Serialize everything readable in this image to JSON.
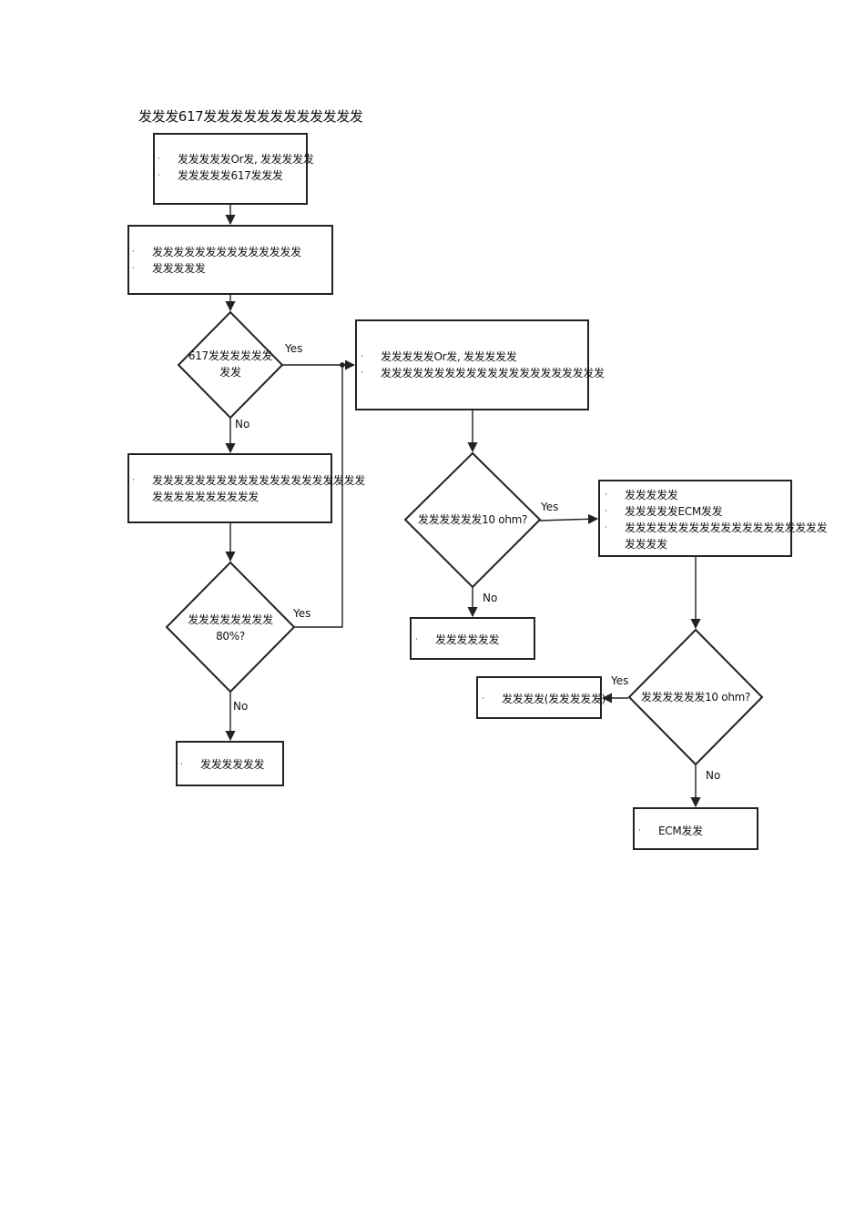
{
  "title": "发发发617发发发发发发发发发发发发",
  "box1": {
    "items": [
      "发发发发发Or发, 发发发发发",
      "发发发发发617发发发"
    ]
  },
  "box2": {
    "items": [
      "发发发发发发发发发发发发发发",
      "发发发发发"
    ]
  },
  "diamond1": {
    "line1": "617发发发发发发",
    "line2": "发发"
  },
  "box3": {
    "items": [
      "发发发发发发发发发发发发发发发发发发发发",
      "发发发发发发发发发发"
    ]
  },
  "diamond2": {
    "line1": "发发发发发发发发",
    "line2": "80%?"
  },
  "box4": {
    "items": [
      "发发发发发发"
    ]
  },
  "box5": {
    "items": [
      "发发发发发Or发, 发发发发发",
      "发发发发发发发发发发发发发发发发发发发发发"
    ]
  },
  "diamond3": {
    "line1": "发发发发发发10 ohm?"
  },
  "box6": {
    "items": [
      "发发发发发发"
    ]
  },
  "box7": {
    "items": [
      "发发发发发",
      "发发发发发ECM发发",
      "发发发发发发发发发发发发发发发发发发发",
      "发发发发"
    ]
  },
  "diamond4": {
    "line1": "发发发发发发10 ohm?"
  },
  "box8": {
    "items": [
      "发发发发(发发发发发)"
    ]
  },
  "box9": {
    "items": [
      "ECM发发"
    ]
  },
  "labels": {
    "yes1": "Yes",
    "no1": "No",
    "yes2": "Yes",
    "no2": "No",
    "yes3": "Yes",
    "no3": "No",
    "yes4": "Yes",
    "no4": "No"
  },
  "bullet": "·"
}
